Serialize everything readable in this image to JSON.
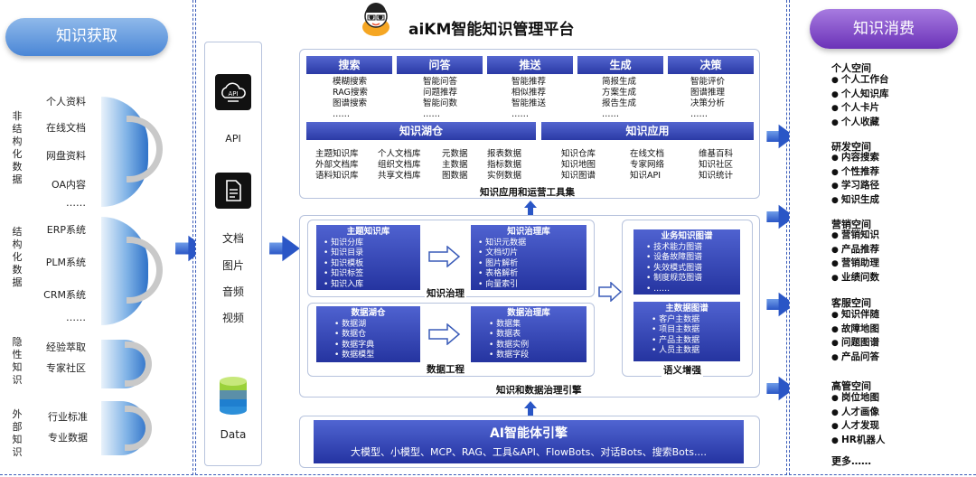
{
  "left": {
    "title": "知识获取",
    "groups": [
      {
        "label": "非结构化数据",
        "items": [
          "个人资料",
          "在线文档",
          "网盘资料",
          "OA内容",
          "……"
        ]
      },
      {
        "label": "结构化数据",
        "items": [
          "ERP系统",
          "PLM系统",
          "CRM系统",
          "……"
        ]
      },
      {
        "label": "隐性知识",
        "items": [
          "经验萃取",
          "专家社区"
        ]
      },
      {
        "label": "外部知识",
        "items": [
          "行业标准",
          "专业数据"
        ]
      }
    ]
  },
  "channels": [
    {
      "icon": "api-cloud-icon",
      "label": "API"
    },
    {
      "icon": "document-icon",
      "label": "文档"
    },
    {
      "icon": "",
      "label": "图片"
    },
    {
      "icon": "",
      "label": "音频"
    },
    {
      "icon": "",
      "label": "视频"
    },
    {
      "icon": "database-icon",
      "label": "Data"
    }
  ],
  "platform": {
    "title": "aiKM智能知识管理平台",
    "top_columns": [
      {
        "header": "搜索",
        "items": [
          "模糊搜索",
          "RAG搜索",
          "图谱搜索",
          "……"
        ]
      },
      {
        "header": "问答",
        "items": [
          "智能问答",
          "问题推荐",
          "智能问数",
          "……"
        ]
      },
      {
        "header": "推送",
        "items": [
          "智能推荐",
          "相似推荐",
          "智能推送",
          "……"
        ]
      },
      {
        "header": "生成",
        "items": [
          "简报生成",
          "方案生成",
          "报告生成",
          "……"
        ]
      },
      {
        "header": "决策",
        "items": [
          "智能评价",
          "图谱推理",
          "决策分析",
          "……"
        ]
      }
    ],
    "lake": {
      "header": "知识湖仓",
      "cols": [
        [
          "主题知识库",
          "外部文档库",
          "语料知识库"
        ],
        [
          "个人文档库",
          "组织文档库",
          "共享文档库"
        ],
        [
          "元数据",
          "主数据",
          "图数据"
        ],
        [
          "报表数据",
          "指标数据",
          "实例数据"
        ]
      ]
    },
    "app": {
      "header": "知识应用",
      "cols": [
        [
          "知识仓库",
          "知识地图",
          "知识图谱"
        ],
        [
          "在线文档",
          "专家网络",
          "知识API"
        ],
        [
          "维基百科",
          "知识社区",
          "知识统计"
        ]
      ]
    },
    "tools_caption": "知识应用和运营工具集",
    "governance": {
      "theme_lib": {
        "title": "主题知识库",
        "items": [
          "知识分库",
          "知识目录",
          "知识模板",
          "知识标签",
          "知识入库"
        ]
      },
      "gov_lib": {
        "title": "知识治理库",
        "items": [
          "知识元数据",
          "文档切片",
          "图片解析",
          "表格解析",
          "向量索引"
        ]
      },
      "caption": "知识治理"
    },
    "data_eng": {
      "lake": {
        "title": "数据湖仓",
        "items": [
          "数据湖",
          "数据仓",
          "数据字典",
          "数据模型"
        ]
      },
      "gov": {
        "title": "数据治理库",
        "items": [
          "数据集",
          "数据表",
          "数据实例",
          "数据字段"
        ]
      },
      "caption": "数据工程"
    },
    "semantic": {
      "biz_graph": {
        "title": "业务知识图谱",
        "items": [
          "技术能力图谱",
          "设备故障图谱",
          "失效模式图谱",
          "制度规范图谱",
          "……"
        ]
      },
      "master_graph": {
        "title": "主数据图谱",
        "items": [
          "客户主数据",
          "项目主数据",
          "产品主数据",
          "人员主数据"
        ]
      },
      "caption": "语义增强"
    },
    "engine_caption": "知识和数据治理引擎",
    "ai": {
      "title": "AI智能体引擎",
      "subtitle": "大模型、小模型、MCP、RAG、工具&API、FlowBots、对话Bots、搜索Bots...."
    }
  },
  "right": {
    "title": "知识消费",
    "groups": [
      {
        "title": "个人空间",
        "items": [
          "个人工作台",
          "个人知识库",
          "个人卡片",
          "个人收藏"
        ]
      },
      {
        "title": "研发空间",
        "items": [
          "内容搜索",
          "个性推荐",
          "学习路径",
          "知识生成"
        ]
      },
      {
        "title": "营销空间",
        "items": [
          "营销知识",
          "产品推荐",
          "营销助理",
          "业绩问数"
        ]
      },
      {
        "title": "客服空间",
        "items": [
          "知识伴随",
          "故障地图",
          "问题图谱",
          "产品问答"
        ]
      },
      {
        "title": "高管空间",
        "items": [
          "岗位地图",
          "人才画像",
          "人才发现",
          "HR机器人"
        ]
      }
    ],
    "more": "更多……"
  },
  "colors": {
    "accent_blue": "#2b3aa6",
    "pill_blue": "#4a86d6",
    "pill_purple": "#6b32b8",
    "border": "#3a5bb8"
  }
}
